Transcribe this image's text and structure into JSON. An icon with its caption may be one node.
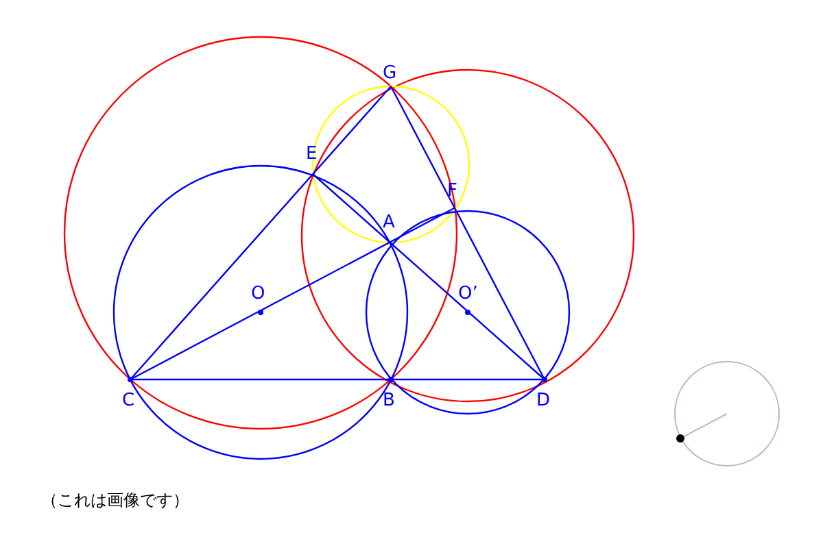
{
  "diagram": {
    "labels": [
      "G",
      "E",
      "F",
      "A",
      "O",
      "O’",
      "C",
      "B",
      "D",
      "（これは画像です）"
    ]
  }
}
